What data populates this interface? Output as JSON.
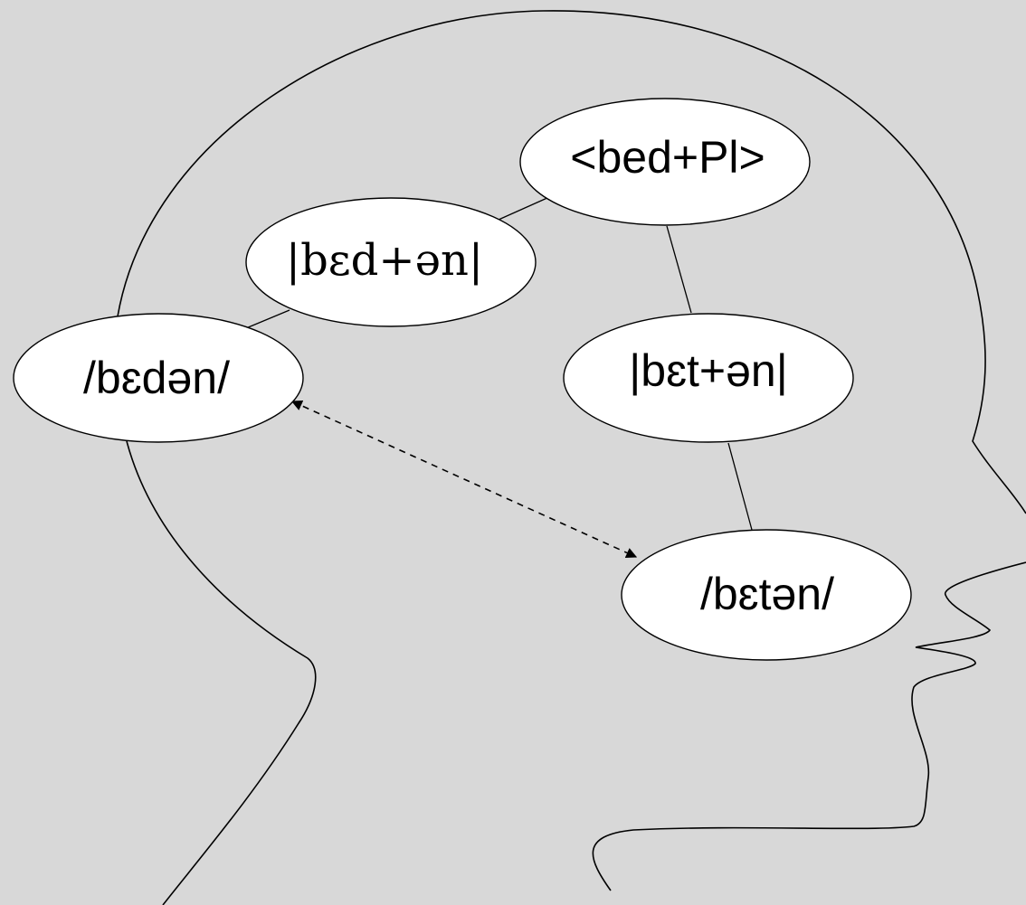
{
  "nodes": {
    "underlying_plural": "<bed+Pl>",
    "bed_form": "|bɛd+ən|",
    "bed_surface": "/bɛdən/",
    "bet_form": "|bɛt+ən|",
    "bet_surface": "/bɛtən/"
  },
  "colors": {
    "background": "#d8d8d8",
    "node_fill": "#ffffff",
    "stroke": "#000000"
  },
  "icons": {
    "head": "head-profile-outline",
    "arrow": "dashed-double-arrow"
  }
}
